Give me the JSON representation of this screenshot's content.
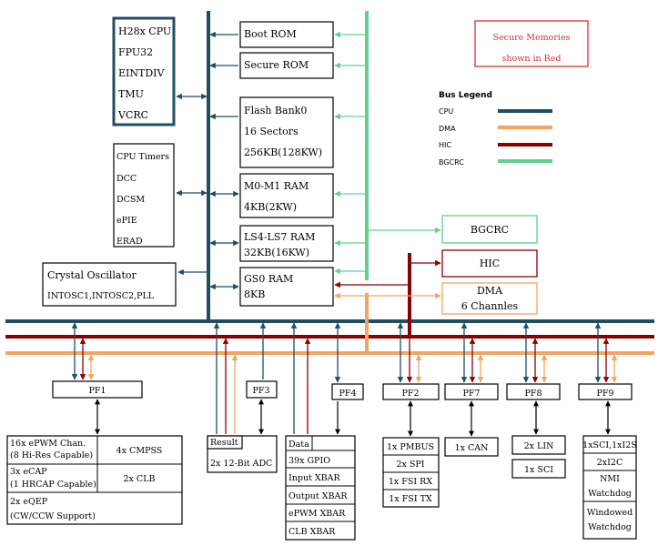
{
  "cpu_block": [
    "H28x CPU",
    "FPU32",
    "EINTDIV",
    "TMU",
    "VCRC"
  ],
  "peripherals_block": [
    "CPU Timers",
    "DCC",
    "DCSM",
    "ePIE",
    "ERAD"
  ],
  "oscillator": {
    "title": "Crystal Oscillator",
    "detail": "INTOSC1,INTOSC2,PLL"
  },
  "memories": {
    "boot_rom": "Boot ROM",
    "secure_rom": "Secure ROM",
    "flash": [
      "Flash Bank0",
      "16 Sectors",
      "256KB(128KW)"
    ],
    "m0m1": [
      "M0-M1 RAM",
      "4KB(2KW)"
    ],
    "ls": [
      "LS4-LS7 RAM",
      "32KB(16KW)"
    ],
    "gs": [
      "GS0 RAM",
      "8KB"
    ]
  },
  "secure_note": [
    "Secure Memories",
    "shown in Red"
  ],
  "legend": {
    "title": "Bus Legend",
    "items": [
      {
        "label": "CPU",
        "color": "#1f4e5f"
      },
      {
        "label": "DMA",
        "color": "#f4a460"
      },
      {
        "label": "HIC",
        "color": "#8b0000"
      },
      {
        "label": "BGCRC",
        "color": "#5fd38d"
      }
    ]
  },
  "masters": {
    "bgcrc": "BGCRC",
    "hic": "HIC",
    "dma": [
      "DMA",
      "6 Channles"
    ]
  },
  "pf": [
    "PF1",
    "PF3",
    "PF4",
    "PF2",
    "PF7",
    "PF8",
    "PF9"
  ],
  "pf1_groups": [
    {
      "left": [
        "16x ePWM Chan.",
        "(8 Hi-Res Capable)"
      ],
      "right": "4x CMPSS"
    },
    {
      "left": [
        "3x eCAP",
        "(1 HRCAP Capable)"
      ],
      "right": "2x CLB"
    },
    {
      "left": [
        "2x  eQEP",
        "(CW/CCW Support)"
      ],
      "right": ""
    }
  ],
  "adc": {
    "result": "Result",
    "label": "2x 12-Bit ADC"
  },
  "gpio": [
    "Data",
    "39x GPIO",
    "Input XBAR",
    "Output XBAR",
    "ePWM XBAR",
    "CLB XBAR"
  ],
  "pf2_items": [
    "1x PMBUS",
    "2x SPI",
    "1x FSI RX",
    "1x FSI TX"
  ],
  "pf7_items": [
    "1x CAN"
  ],
  "pf8_items": [
    "2x LIN",
    "1x SCI"
  ],
  "pf9_items": [
    "1xSCI,1xI2S",
    "2xI2C",
    "NMI",
    "Watchdog",
    "Windowed",
    "Watchdog"
  ]
}
